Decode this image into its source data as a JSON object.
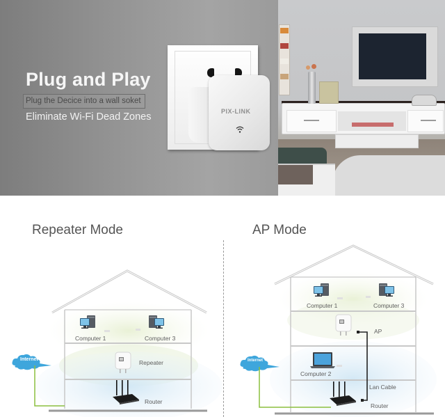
{
  "banner": {
    "headline": "Plug and Play",
    "subline": "Plug the Decice into a wall soket",
    "tagline": "Eliminate Wi-Fi Dead Zones",
    "device_brand": "PIX-LINK",
    "device_icon": "wifi-icon",
    "colors": {
      "left_background": "#939393",
      "headline_text": "#f6f6f6",
      "subline_text": "#4a4a4a"
    }
  },
  "repeater_mode": {
    "title": "Repeater Mode",
    "labels": {
      "computer_1": "Computer 1",
      "computer_3": "Computer 3",
      "repeater": "Repeater",
      "router": "Router",
      "internet": "Internet"
    }
  },
  "ap_mode": {
    "title": "AP Mode",
    "labels": {
      "computer_1": "Computer 1",
      "computer_3": "Computer 3",
      "computer_2": "Computer 2",
      "ap": "AP",
      "lan_cable": "Lan Cable",
      "router": "Router",
      "internet": "Internet"
    }
  },
  "colors": {
    "internet_cloud": "#3ea6dc",
    "internet_line": "#8bbf3f",
    "upper_zone": "#eef4df",
    "lower_zone": "#dcebf5",
    "lan_cable": "#222222",
    "house_outline": "#c8c8c8",
    "mode_title": "#555555"
  }
}
